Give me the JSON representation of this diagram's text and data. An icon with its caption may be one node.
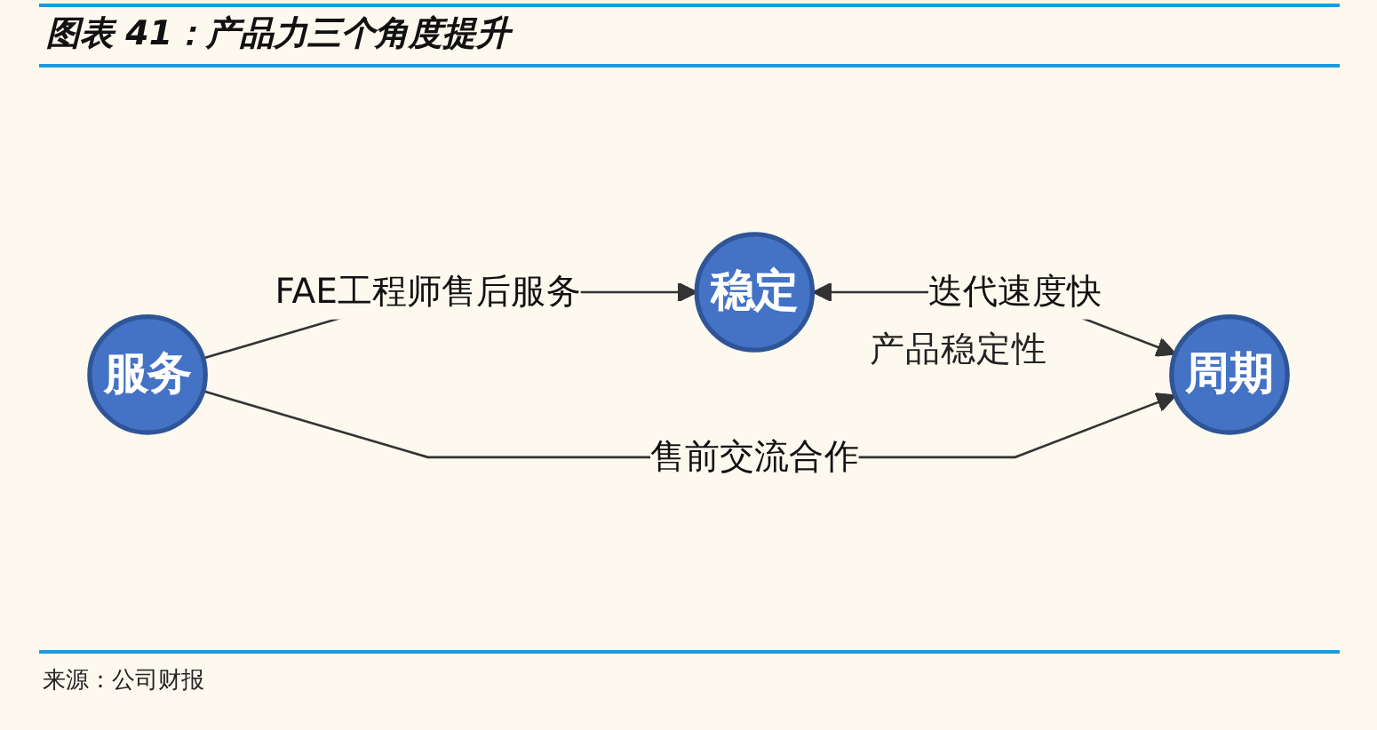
{
  "diagram": {
    "title": "图表 41：产品力三个角度提升",
    "caption": "来源：公司财报",
    "nodes": [
      {
        "text": [
          "稳定"
        ]
      },
      {
        "text": [
          "周期"
        ]
      },
      {
        "text": [
          "服务"
        ]
      }
    ],
    "edges": [
      {
        "from": 0,
        "to": 1,
        "arrow": "both",
        "label": "迭代速度快"
      },
      {
        "from": 2,
        "to": 0,
        "arrow": "to",
        "label": "FAE工程师售后服务"
      },
      {
        "from": 2,
        "to": 1,
        "arrow": "to",
        "label": "售前交流合作"
      }
    ],
    "labels": [
      "产品稳定性"
    ]
  }
}
